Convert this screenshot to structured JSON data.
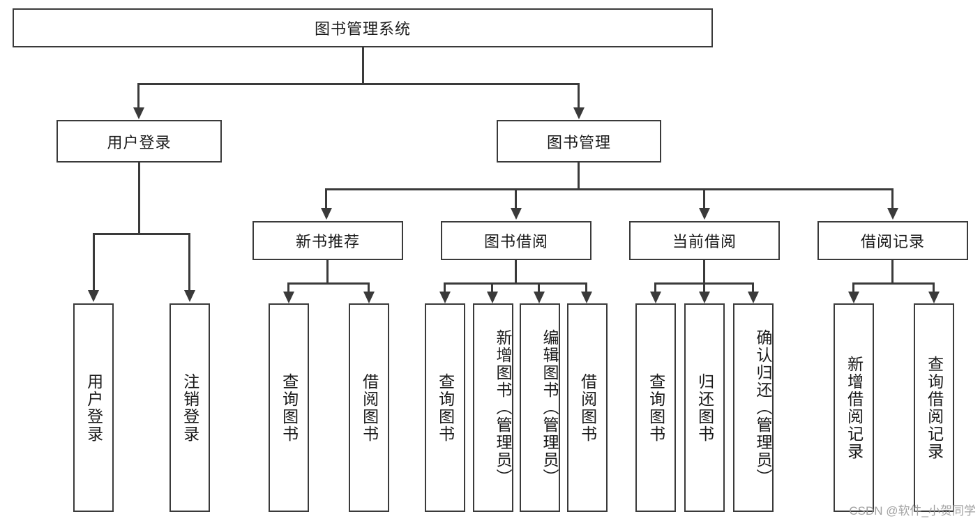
{
  "diagram": {
    "title": "图书管理系统",
    "type": "tree",
    "root": {
      "label": "图书管理系统"
    },
    "level2": [
      {
        "label": "用户登录"
      },
      {
        "label": "图书管理"
      }
    ],
    "level3": [
      {
        "label": "新书推荐"
      },
      {
        "label": "图书借阅"
      },
      {
        "label": "当前借阅"
      },
      {
        "label": "借阅记录"
      }
    ],
    "leaves": {
      "user_login": [
        {
          "label": "用户登录"
        },
        {
          "label": "注销登录"
        }
      ],
      "new_book_recommend": [
        {
          "label": "查询图书"
        },
        {
          "label": "借阅图书"
        }
      ],
      "book_borrow": [
        {
          "label": "查询图书"
        },
        {
          "label": "新增图书（管理员）"
        },
        {
          "label": "编辑图书（管理员）"
        },
        {
          "label": "借阅图书"
        }
      ],
      "current_borrow": [
        {
          "label": "查询图书"
        },
        {
          "label": "归还图书"
        },
        {
          "label": "确认归还（管理员）"
        }
      ],
      "borrow_record": [
        {
          "label": "新增借阅记录"
        },
        {
          "label": "查询借阅记录"
        }
      ]
    },
    "colors": {
      "box_border": "#3a3a3a",
      "box_fill": "#ffffff",
      "text": "#1a1a1a",
      "connector": "#3a3a3a",
      "watermark": "#9a9a9a"
    }
  },
  "watermark": {
    "text": "CSDN @软件_小贺同学"
  }
}
